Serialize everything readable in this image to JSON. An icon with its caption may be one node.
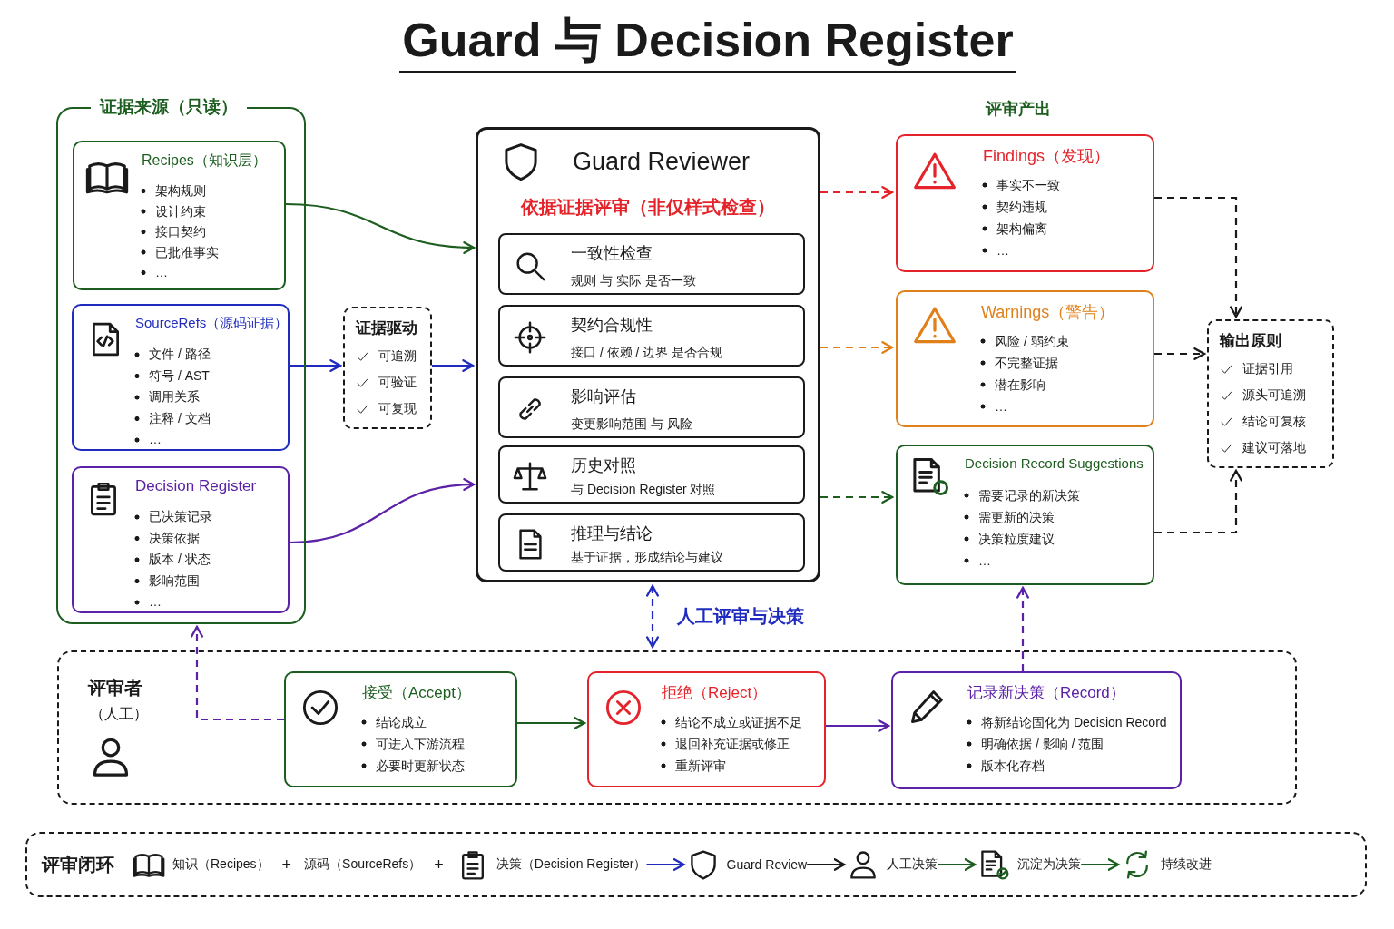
{
  "diagram": {
    "title": "Guard 与 Decision Register",
    "nodes": [
      {
        "text": [
          "证据来源（只读）"
        ]
      },
      {
        "text": [
          "Recipes（知识层）",
          "架构规则",
          "设计约束",
          "接口契约",
          "已批准事实",
          "…"
        ],
        "in": 0
      },
      {
        "text": [
          "SourceRefs（源码证据）",
          "文件 / 路径",
          "符号 / AST",
          "调用关系",
          "注释 / 文档",
          "…"
        ],
        "in": 0
      },
      {
        "text": [
          "Decision Register",
          "已决策记录",
          "决策依据",
          "版本 / 状态",
          "影响范围",
          "…"
        ],
        "in": 0
      },
      {
        "text": [
          "证据驱动",
          "可追溯",
          "可验证",
          "可复现"
        ]
      },
      {
        "text": [
          "Guard Reviewer",
          "依据证据评审（非仅样式检查）"
        ]
      },
      {
        "text": [
          "一致性检查",
          "规则 与 实际 是否一致"
        ],
        "in": 5
      },
      {
        "text": [
          "契约合规性",
          "接口 / 依赖 / 边界 是否合规"
        ],
        "in": 5
      },
      {
        "text": [
          "影响评估",
          "变更影响范围 与 风险"
        ],
        "in": 5
      },
      {
        "text": [
          "历史对照",
          "与 Decision Register 对照"
        ],
        "in": 5
      },
      {
        "text": [
          "推理与结论",
          "基于证据，形成结论与建议"
        ],
        "in": 5
      },
      {
        "text": [
          "Findings（发现）",
          "事实不一致",
          "契约违规",
          "架构偏离",
          "…"
        ]
      },
      {
        "text": [
          "Warnings（警告）",
          "风险 / 弱约束",
          "不完整证据",
          "潜在影响",
          "…"
        ]
      },
      {
        "text": [
          "Decision Record Suggestions",
          "需要记录的新决策",
          "需更新的决策",
          "决策粒度建议",
          "…"
        ]
      },
      {
        "text": [
          "输出原则",
          "证据引用",
          "源头可追溯",
          "结论可复核",
          "建议可落地"
        ]
      },
      {
        "text": [
          "评审者",
          "（人工）"
        ]
      },
      {
        "text": [
          "接受（Accept）",
          "结论成立",
          "可进入下游流程",
          "必要时更新状态"
        ],
        "in": 15
      },
      {
        "text": [
          "拒绝（Reject）",
          "结论不成立或证据不足",
          "退回补充证据或修正",
          "重新评审"
        ],
        "in": 15
      },
      {
        "text": [
          "记录新决策（Record）",
          "将新结论固化为 Decision Record",
          "明确依据 / 影响 / 范围",
          "版本化存档"
        ],
        "in": 15
      },
      {
        "text": [
          "评审闭环"
        ]
      },
      {
        "text": [
          "知识（Recipes）"
        ],
        "in": 19
      },
      {
        "text": [
          "源码（SourceRefs）"
        ],
        "in": 19
      },
      {
        "text": [
          "决策（Decision Register）"
        ],
        "in": 19
      },
      {
        "text": [
          "Guard Review"
        ],
        "in": 19
      },
      {
        "text": [
          "人工决策"
        ],
        "in": 19
      },
      {
        "text": [
          "沉淀为决策"
        ],
        "in": 19
      },
      {
        "text": [
          "持续改进"
        ],
        "in": 19
      }
    ],
    "edges": [
      {
        "from": 1,
        "to": 5,
        "arrow": "to",
        "color": "#1d5e20"
      },
      {
        "from": 2,
        "to": 4,
        "arrow": "to",
        "color": "#1f2bbf"
      },
      {
        "from": 4,
        "to": 5,
        "arrow": "to",
        "color": "#1f2bbf"
      },
      {
        "from": 3,
        "to": 5,
        "arrow": "to",
        "color": "#5b21a6"
      },
      {
        "from": 5,
        "to": 11,
        "arrow": "to",
        "style": "dashed",
        "color": "#e5232b"
      },
      {
        "from": 5,
        "to": 12,
        "arrow": "to",
        "style": "dashed",
        "color": "#e0801a"
      },
      {
        "from": 5,
        "to": 13,
        "arrow": "to",
        "style": "dashed",
        "color": "#1d5e20"
      },
      {
        "from": 11,
        "to": 14,
        "arrow": "to",
        "style": "dashed"
      },
      {
        "from": 12,
        "to": 14,
        "arrow": "to",
        "style": "dashed"
      },
      {
        "from": 13,
        "to": 14,
        "arrow": "to",
        "style": "dashed"
      },
      {
        "from": 5,
        "to": 15,
        "arrow": "both",
        "style": "dashed",
        "color": "#1f2bbf",
        "label": "人工评审与决策"
      },
      {
        "from": 16,
        "to": 0,
        "arrow": "to",
        "style": "dashed",
        "color": "#5b21a6"
      },
      {
        "from": 16,
        "to": 17,
        "arrow": "to",
        "color": "#1d5e20"
      },
      {
        "from": 17,
        "to": 18,
        "arrow": "to",
        "color": "#5b21a6"
      },
      {
        "from": 18,
        "to": 13,
        "arrow": "to",
        "style": "dashed",
        "color": "#5b21a6"
      },
      {
        "from": 22,
        "to": 23,
        "arrow": "to",
        "color": "#1f2bbf"
      },
      {
        "from": 23,
        "to": 24,
        "arrow": "to"
      },
      {
        "from": 24,
        "to": 25,
        "arrow": "to",
        "color": "#1d5e20"
      },
      {
        "from": 25,
        "to": 26,
        "arrow": "to",
        "color": "#1d5e20"
      }
    ],
    "labels": [
      "评审产出",
      "+",
      "+"
    ]
  }
}
